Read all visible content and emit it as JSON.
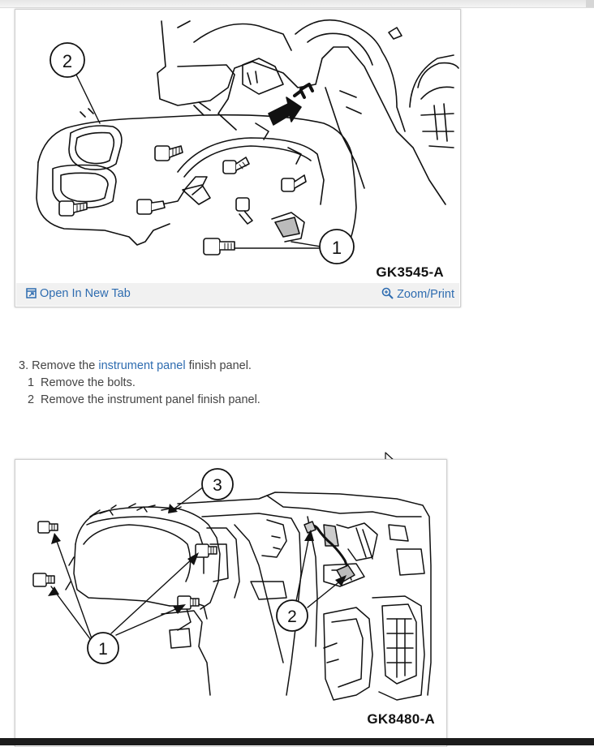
{
  "figure1": {
    "code": "GK3545-A",
    "open_link": "Open In New Tab",
    "zoom_link": "Zoom/Print",
    "callouts": [
      "2",
      "1"
    ]
  },
  "step": {
    "number": "3.",
    "prefix": "Remove the",
    "link_text": "instrument panel",
    "suffix": "finish panel.",
    "substeps": [
      {
        "num": "1",
        "text": "Remove the bolts."
      },
      {
        "num": "2",
        "text": "Remove the instrument panel finish panel."
      }
    ]
  },
  "figure2": {
    "code": "GK8480-A",
    "callouts": [
      "3",
      "2",
      "1"
    ]
  },
  "icons": {
    "open": "open-new-tab-icon",
    "zoom": "magnifier-icon",
    "cursor": "mouse-pointer-icon"
  },
  "colors": {
    "link": "#2e6cb0",
    "text": "#444444",
    "bar": "#f1f1f1"
  }
}
